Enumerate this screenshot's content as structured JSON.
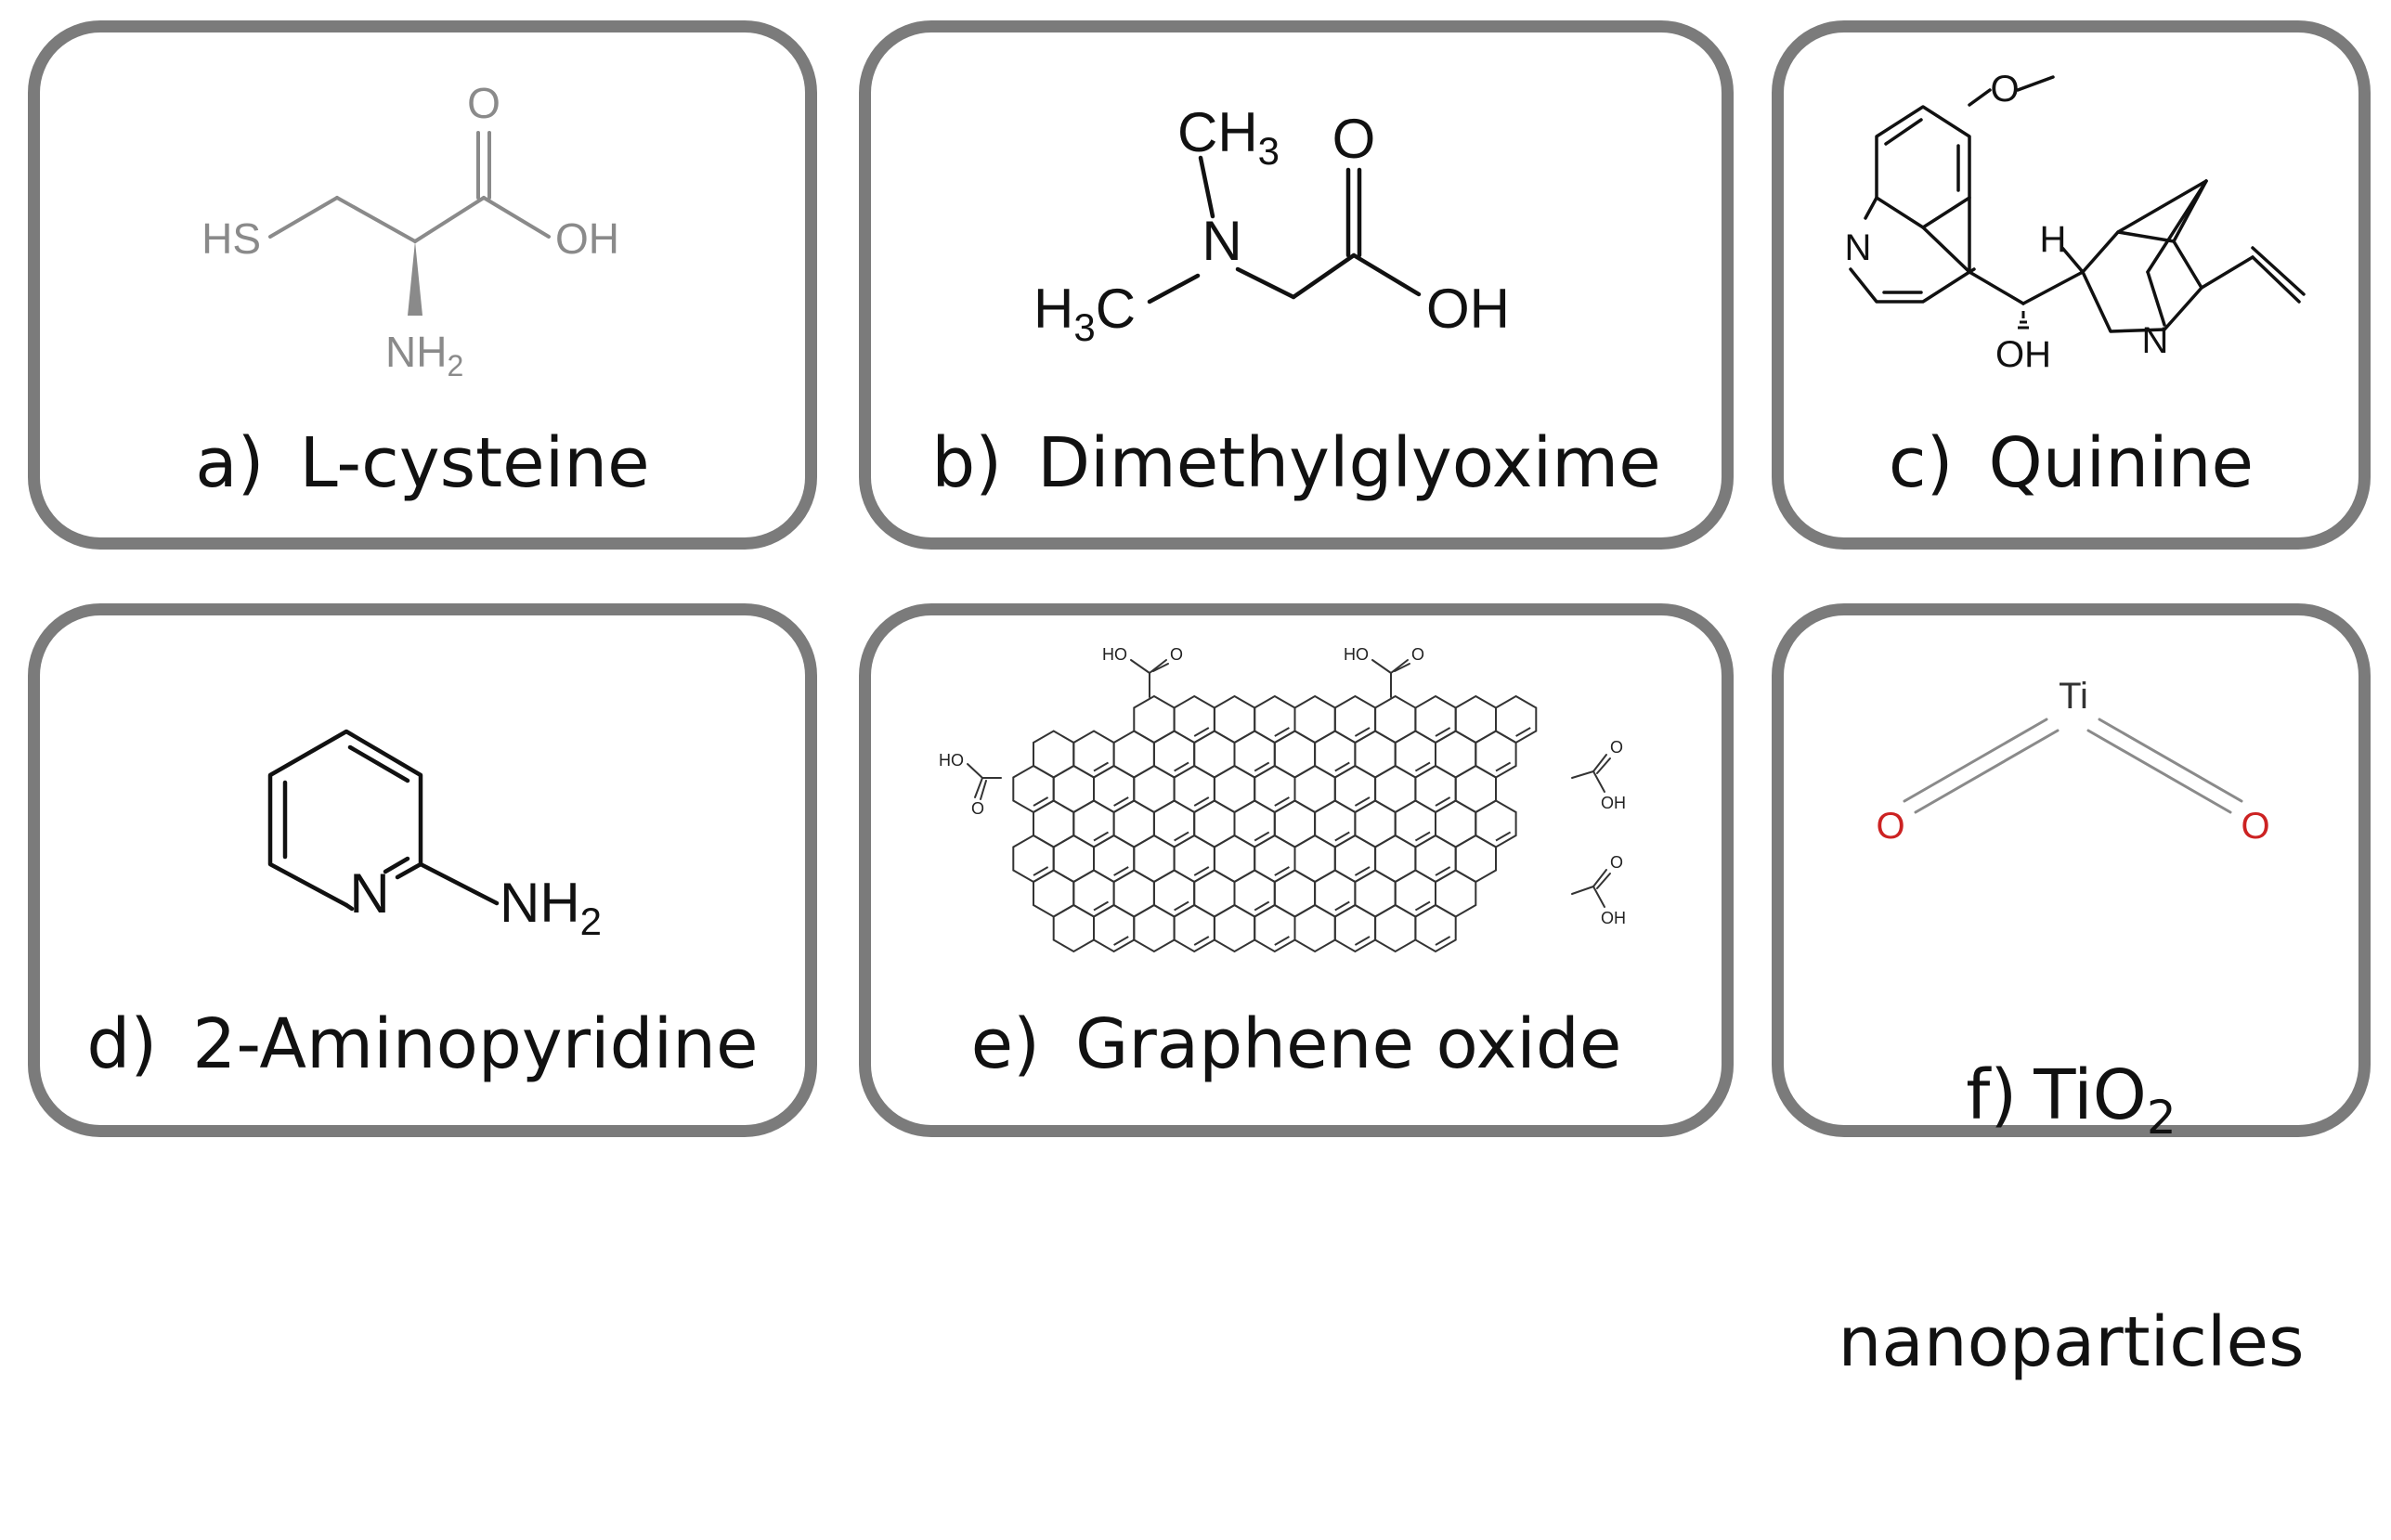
{
  "panels": [
    {
      "tag": "a)",
      "name": "L-cysteine",
      "atoms": {
        "o_top": "O",
        "hs": "HS",
        "oh": "OH",
        "nh": "NH",
        "sub2": "2"
      }
    },
    {
      "tag": "b)",
      "name": "Dimethylglyoxime",
      "atoms": {
        "ch": "CH",
        "sub3a": "3",
        "n": "N",
        "h": "H",
        "sub3b": "3",
        "c": "C",
        "o": "O",
        "oh": "OH"
      }
    },
    {
      "tag": "c)",
      "name": "Quinine",
      "atoms": {
        "o": "O",
        "n_ring": "N",
        "h": "H",
        "oh": "OH",
        "n_bridge": "N"
      }
    },
    {
      "tag": "d)",
      "name": "2-Aminopyridine",
      "atoms": {
        "n": "N",
        "nh": "NH",
        "sub2": "2"
      }
    },
    {
      "tag": "e)",
      "name": "Graphene oxide",
      "atoms": {
        "ho1": "HO",
        "o1": "O",
        "ho2": "HO",
        "o2": "O",
        "ho3": "HO",
        "o3": "O",
        "o4": "O",
        "oh4": "OH",
        "o5": "O",
        "oh5": "OH"
      }
    },
    {
      "tag": "f)",
      "name_line1": "TiO",
      "name_sub": "2",
      "name_line2": "nanoparticles",
      "atoms": {
        "ti": "Ti",
        "o_left": "O",
        "o_right": "O"
      }
    }
  ],
  "colors": {
    "border": "#7b7b7b",
    "text": "#111111",
    "bond_gray": "#8a8a8a",
    "oxygen_red": "#cc2222"
  }
}
